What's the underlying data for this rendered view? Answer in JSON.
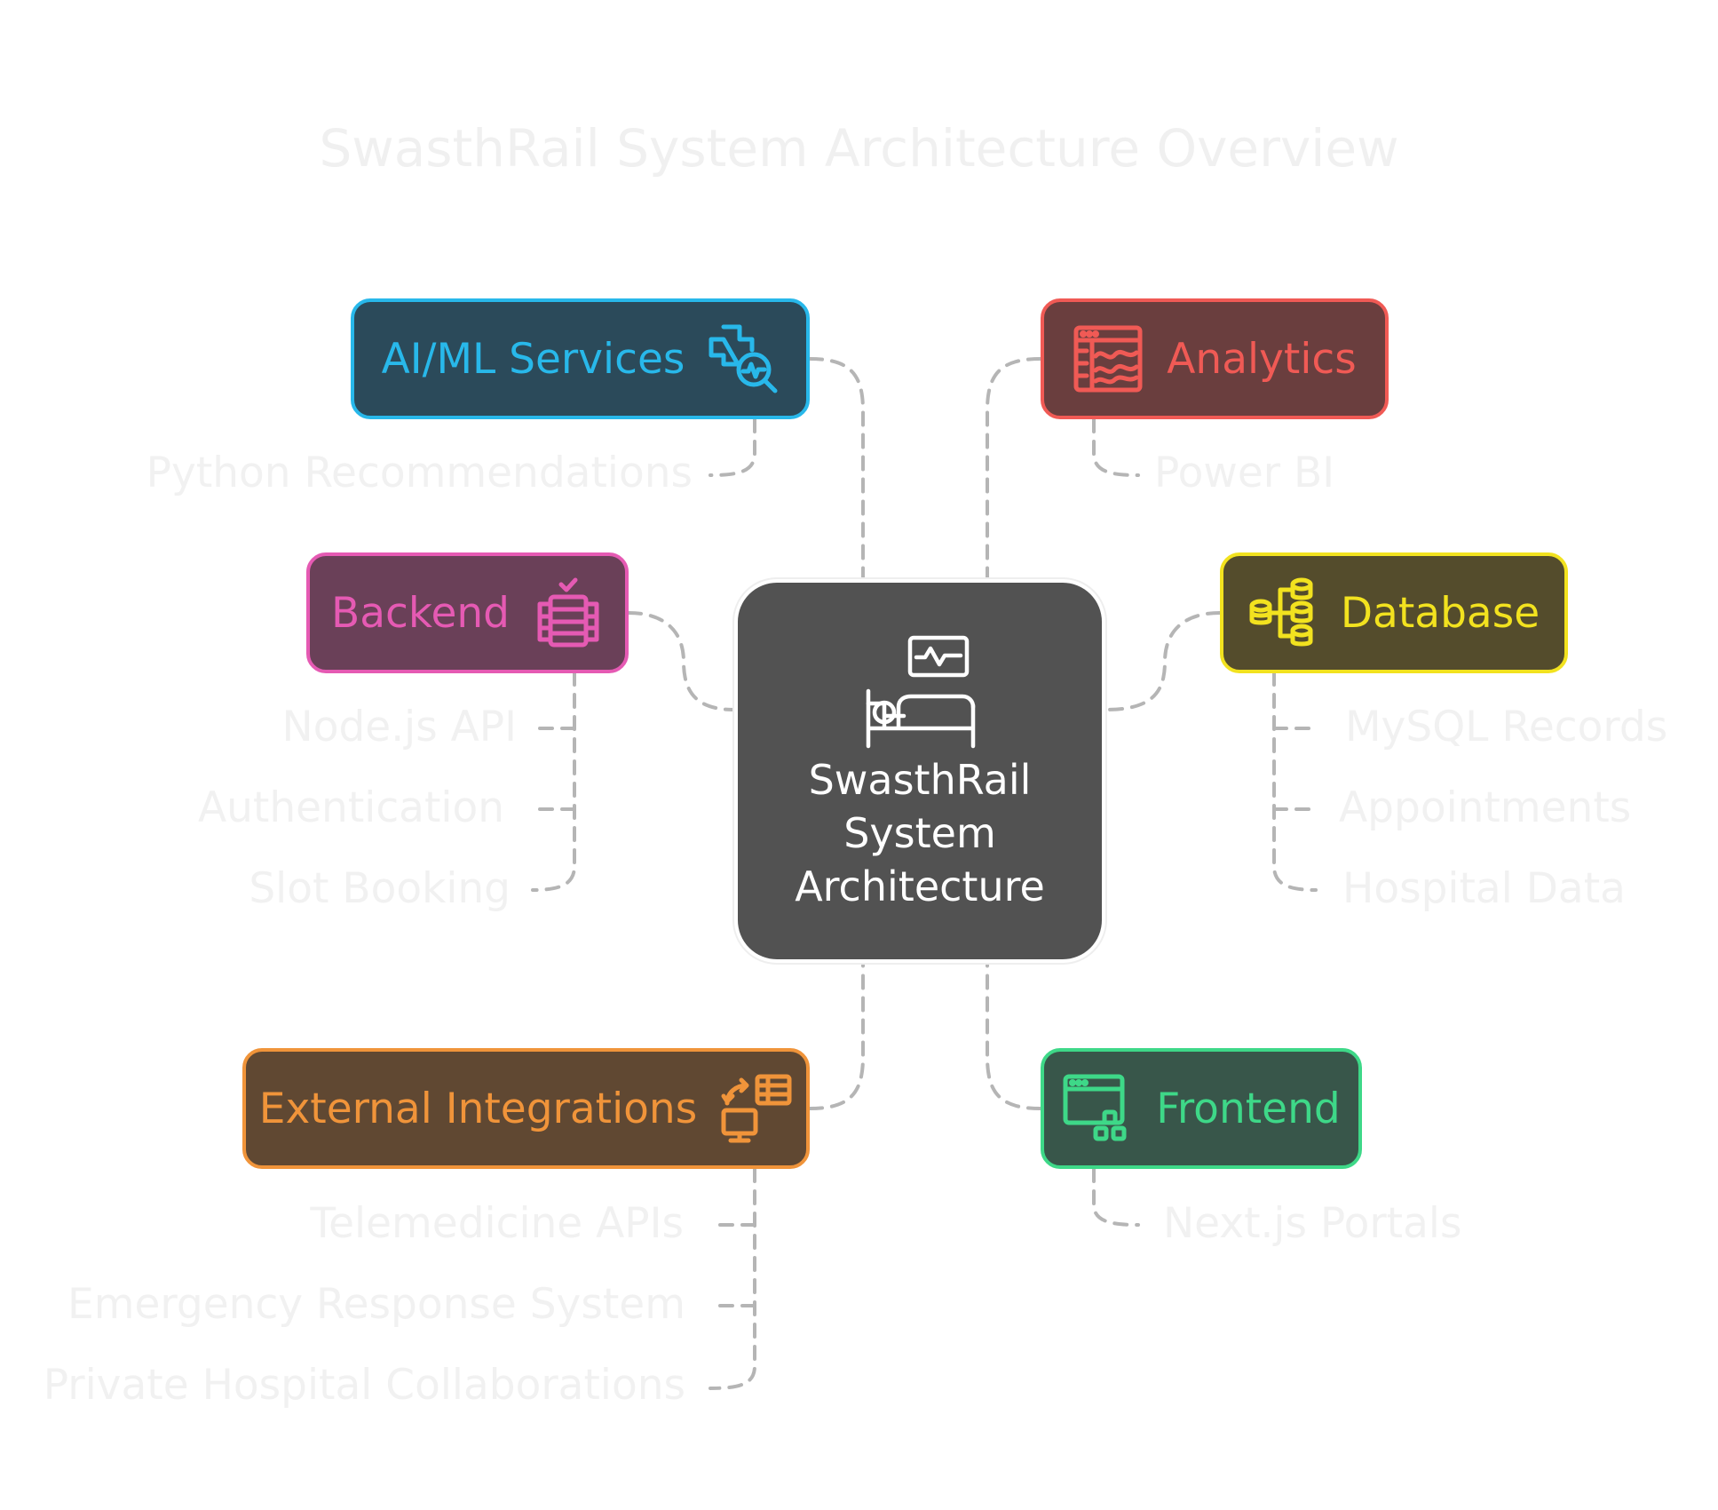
{
  "title": "SwasthRail System Architecture Overview",
  "center": {
    "label": "SwasthRail System Architecture",
    "icon": "hospital-bed-monitor-icon"
  },
  "categories": {
    "ai_ml": {
      "label": "AI/ML Services",
      "icon": "medical-cross-search-icon",
      "accent": "#28b8ea",
      "fill": "#2b4a5a",
      "leaves": [
        "Python Recommendations"
      ]
    },
    "analytics": {
      "label": "Analytics",
      "icon": "dashboard-chart-icon",
      "accent": "#f05a55",
      "fill": "#6a3e3e",
      "leaves": [
        "Power BI"
      ]
    },
    "backend": {
      "label": "Backend",
      "icon": "server-rack-icon",
      "accent": "#e55ab3",
      "fill": "#6a4058",
      "leaves": [
        "Node.js API",
        "Authentication",
        "Slot Booking"
      ]
    },
    "database": {
      "label": "Database",
      "icon": "database-tree-icon",
      "accent": "#f2e21f",
      "fill": "#544c2c",
      "leaves": [
        "MySQL Records",
        "Appointments",
        "Hospital Data"
      ]
    },
    "external": {
      "label": "External Integrations",
      "icon": "integration-exchange-icon",
      "accent": "#f0943a",
      "fill": "#604832",
      "leaves": [
        "Telemedicine APIs",
        "Emergency Response System",
        "Private Hospital Collaborations"
      ]
    },
    "frontend": {
      "label": "Frontend",
      "icon": "web-components-icon",
      "accent": "#3ed888",
      "fill": "#38564a",
      "leaves": [
        "Next.js Portals"
      ]
    }
  }
}
